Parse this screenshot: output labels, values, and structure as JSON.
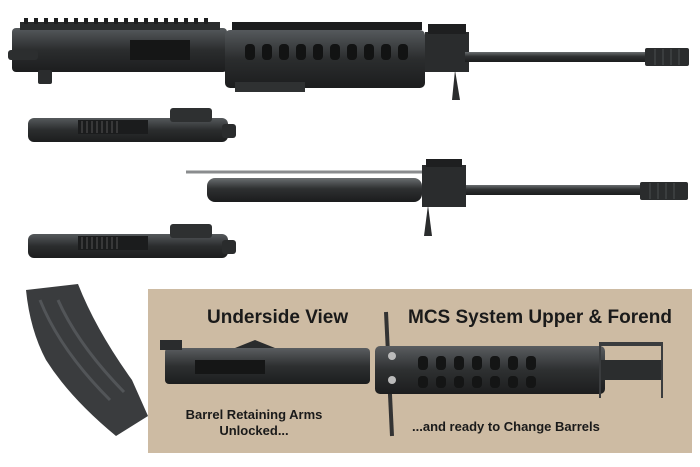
{
  "panel": {
    "caption_underside": "Underside View",
    "caption_mcs": "MCS System Upper & Forend",
    "caption_arms": "Barrel Retaining Arms Unlocked...",
    "caption_ready": "...and ready to Change Barrels"
  },
  "colors": {
    "steel_dark": "#2b2d2e",
    "steel_mid": "#45484a",
    "panel_bg": "#cdbba3",
    "magazine": "#3a3c3e"
  }
}
